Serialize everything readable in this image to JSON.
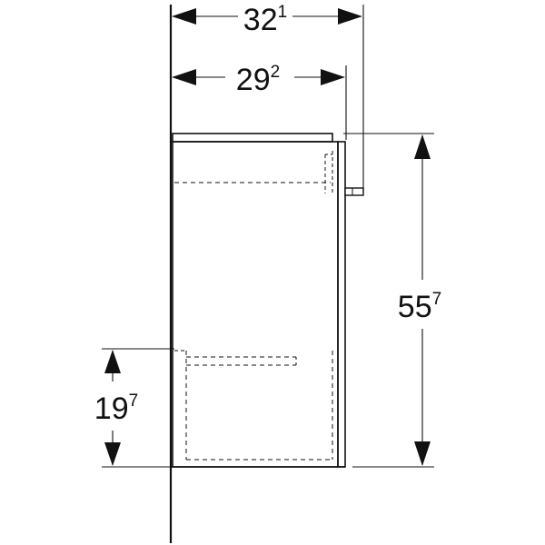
{
  "drawing": {
    "line_color": "#111111",
    "background": "#ffffff",
    "dimensions": {
      "width_overall": {
        "main": "32",
        "sup": "1"
      },
      "width_body": {
        "main": "29",
        "sup": "2"
      },
      "height_overall": {
        "main": "55",
        "sup": "7"
      },
      "height_lower": {
        "main": "19",
        "sup": "7"
      }
    }
  }
}
